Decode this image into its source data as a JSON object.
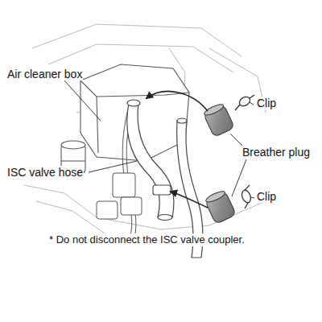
{
  "diagram": {
    "labels": [
      "Air cleaner box",
      "Clip",
      "Breather plug",
      "ISC valve hose",
      "Clip",
      "* Do not disconnect the ISC valve coupler."
    ]
  }
}
